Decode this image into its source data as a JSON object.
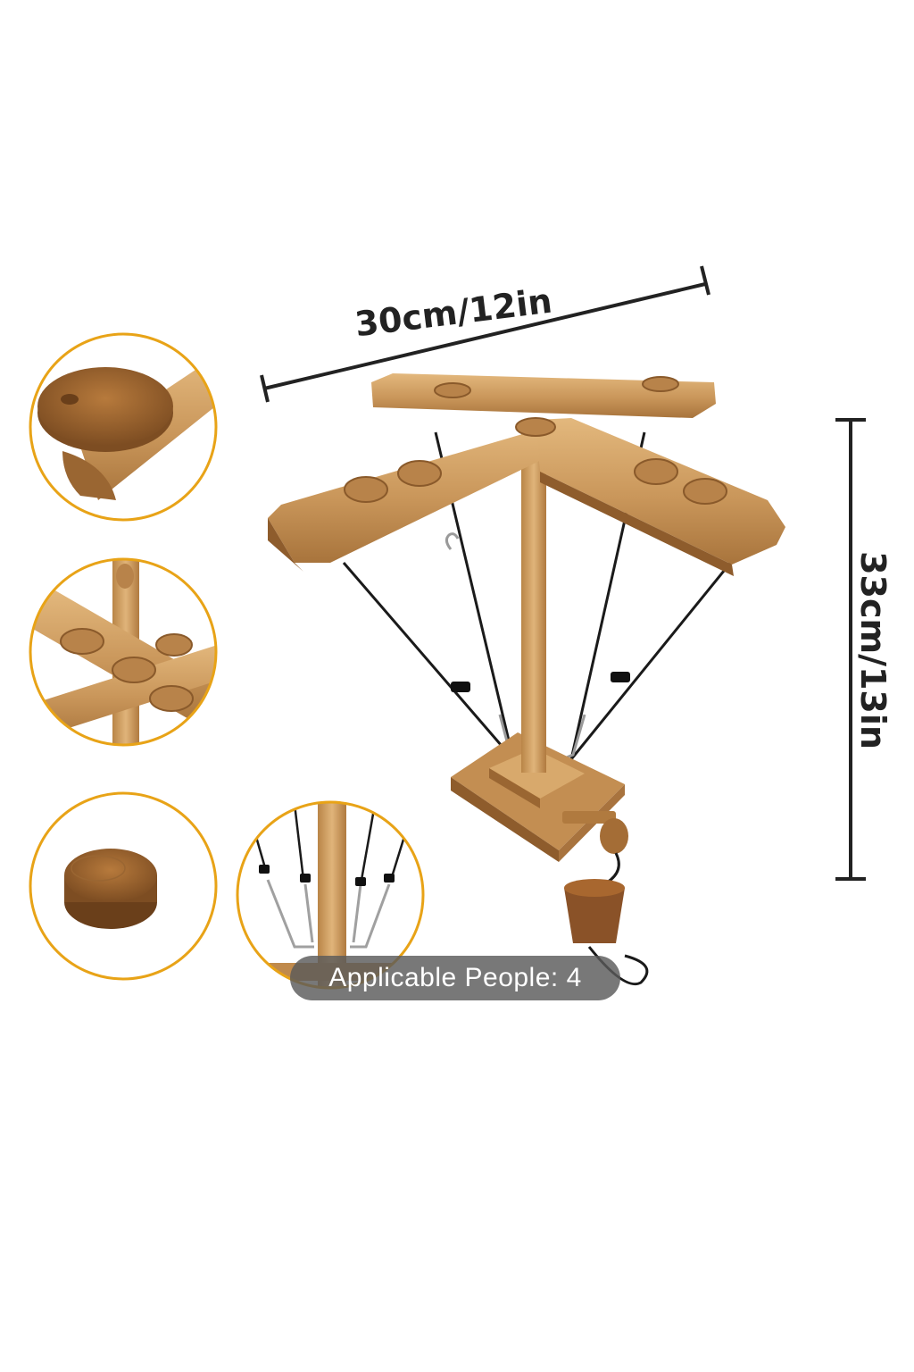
{
  "dimensions": {
    "width_label": "30cm/12in",
    "height_label": "33cm/13in"
  },
  "badge": {
    "people_label": "Applicable People: 4"
  },
  "callouts": [
    {
      "name": "detail-lid-on-arm"
    },
    {
      "name": "detail-cross-arm-cup-holders"
    },
    {
      "name": "detail-round-wooden-coaster"
    },
    {
      "name": "detail-hooks-and-strings"
    }
  ],
  "colors": {
    "callout_border": "#e8a317",
    "wood_light": "#d9ad70",
    "wood_mid": "#c08a4c",
    "wood_dark": "#8a5a2b",
    "dimension_line": "#222222"
  }
}
